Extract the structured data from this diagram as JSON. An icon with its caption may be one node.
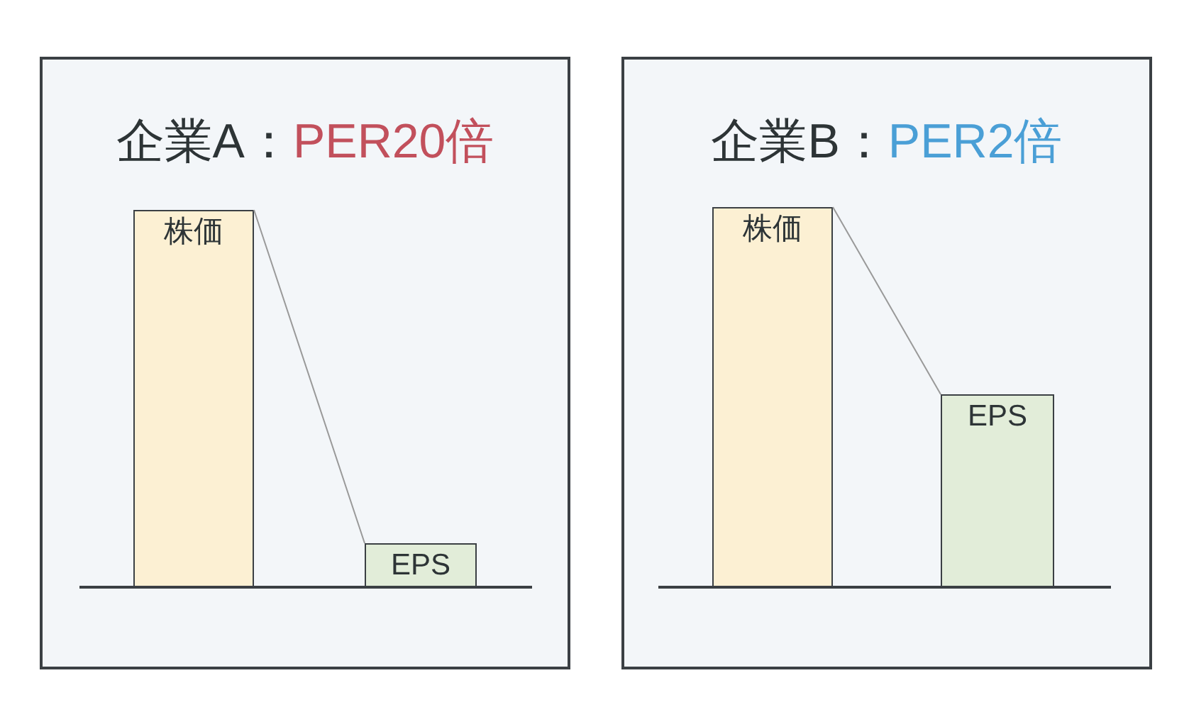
{
  "diagram": {
    "nodes": [
      {
        "text": [
          "企業A：",
          "PER20倍"
        ]
      },
      {
        "text": [
          "株価"
        ],
        "in": 0
      },
      {
        "text": [
          "EPS"
        ],
        "in": 0
      },
      {
        "text": [
          "企業B：",
          "PER2倍"
        ]
      },
      {
        "text": [
          "株価"
        ],
        "in": 3
      },
      {
        "text": [
          "EPS"
        ],
        "in": 3
      }
    ],
    "edges": [
      {
        "from": 1,
        "to": 2,
        "arrow": "none"
      },
      {
        "from": 4,
        "to": 5,
        "arrow": "none"
      }
    ]
  }
}
